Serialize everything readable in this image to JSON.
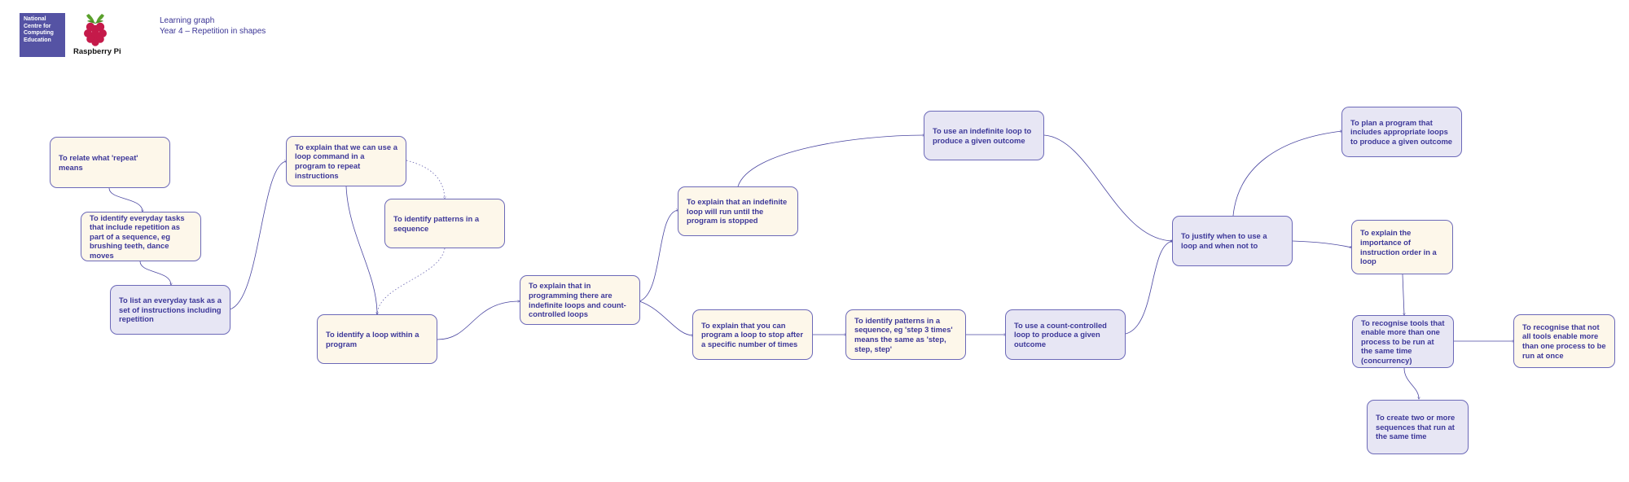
{
  "header": {
    "ncce_logo_lines": [
      "National",
      "Centre for",
      "Computing",
      "Education"
    ],
    "rpi_logo_text": "Raspberry Pi",
    "title": "Learning graph",
    "subtitle": "Year 4 – Repetition in shapes"
  },
  "colors": {
    "accent": "#5553a4",
    "text": "#3d3899",
    "node_cream": "#fdf7ea",
    "node_lavender": "#e7e6f4",
    "node_border": "#6c69b8"
  },
  "nodes": {
    "relate_repeat": "To relate what 'repeat' means",
    "everyday_tasks": "To identify everyday tasks that include repetition as part of a sequence, eg brushing teeth, dance moves",
    "list_everyday": "To list an everyday task as a set of instructions including repetition",
    "loop_command": "To explain that we can use a loop command in a program to repeat instructions",
    "patterns_sequence": "To identify patterns in a sequence",
    "identify_loop": "To identify a loop within a program",
    "indef_and_count": "To explain that in programming there are indefinite loops and count-controlled loops",
    "indef_until_stop": "To explain that an indefinite loop will run until the program is stopped",
    "use_indef": "To use an indefinite loop to produce a given outcome",
    "stop_after": "To explain that you can program a loop to stop after a specific number of times",
    "step_3_times": "To identify patterns in a sequence, eg 'step 3 times' means the same as 'step, step, step'",
    "use_count": "To use a count-controlled loop to produce a given outcome",
    "justify_loop": "To justify when to use a loop and when not to",
    "plan_program": "To plan a program that includes appropriate loops to produce a given outcome",
    "instruction_order": "To explain the importance of instruction order in a loop",
    "concurrency_tools": "To recognise tools that enable more than one process to be run at the same time (concurrency)",
    "not_all_tools": "To recognise that not all tools enable more than one process to be run at once",
    "two_sequences": "To create two or more sequences that run at the same time"
  }
}
